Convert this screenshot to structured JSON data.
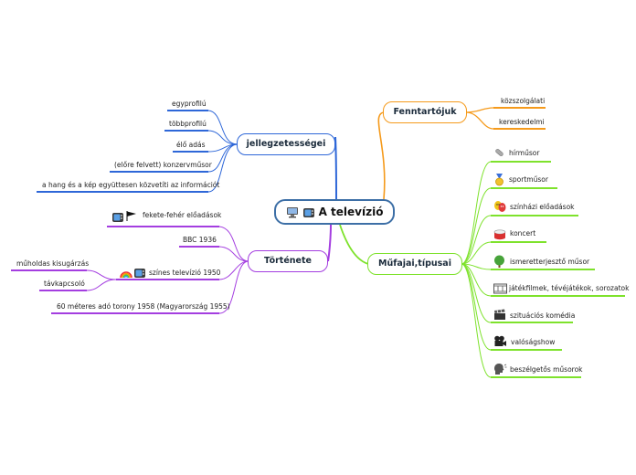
{
  "root": {
    "title": "A televízió"
  },
  "branches": {
    "fenntartojuk": {
      "title": "Fenntartójuk",
      "items": [
        "közszolgálati",
        "kereskedelmi"
      ]
    },
    "jellegzetessegei": {
      "title": "jellegzetességei",
      "items": [
        "egyprofilú",
        "többprofilú",
        "élő adás",
        "(előre felvett) konzervműsor",
        "a hang és a kép együttesen közvetíti az információt"
      ]
    },
    "tortenete": {
      "title": "Története",
      "items": [
        "fekete-fehér előadások",
        "BBC 1936",
        "színes televízió 1950",
        "műholdas kisugárzás",
        "távkapcsoló",
        "60 méteres adó torony 1958 (Magyarország 1955)"
      ]
    },
    "mufajai": {
      "title": "Műfajai,típusai",
      "items": [
        "hírműsor",
        "sportműsor",
        "színházi előadások",
        "koncert",
        "ismeretterjesztő műsor",
        "játékfilmek, tévéjátékok, sorozatok",
        "szituációs komédia",
        "valóságshow",
        "beszélgetős műsorok"
      ]
    }
  },
  "colors": {
    "root_border": "#3d6fa6",
    "fenntartojuk": "#f59a1b",
    "jellegzetessegei": "#2e67d8",
    "tortenete": "#a43ee0",
    "mufajai": "#7ee22c"
  },
  "icons": {
    "root": [
      "computer-icon",
      "tv-icon"
    ],
    "fekete_feher": [
      "tv-icon",
      "flag-icon"
    ],
    "szines": [
      "rainbow-icon",
      "tv-icon"
    ],
    "mufajai": [
      "microphone-icon",
      "medal-icon",
      "theater-masks-icon",
      "drum-icon",
      "tree-icon",
      "film-strip-icon",
      "clapperboard-icon",
      "film-camera-icon",
      "speaking-head-icon"
    ]
  }
}
